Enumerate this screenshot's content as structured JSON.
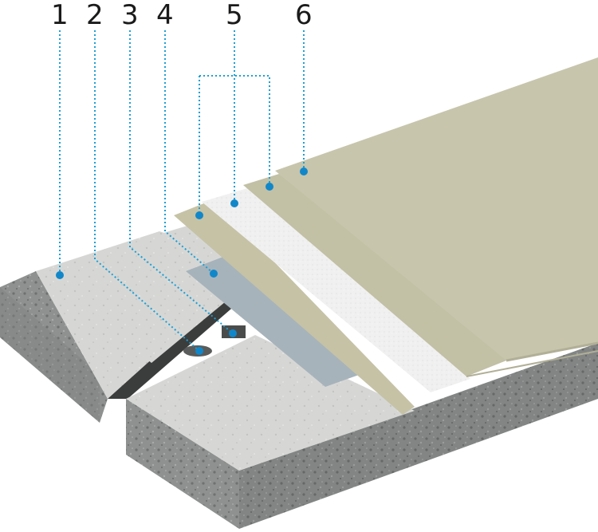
{
  "callouts": [
    {
      "id": "1",
      "label": "1"
    },
    {
      "id": "2",
      "label": "2"
    },
    {
      "id": "3",
      "label": "3"
    },
    {
      "id": "4",
      "label": "4"
    },
    {
      "id": "5",
      "label": "5"
    },
    {
      "id": "6",
      "label": "6"
    }
  ],
  "colors": {
    "leader": "#1a9fd6",
    "dot": "#1187c9",
    "concrete_side": "#8d9090",
    "concrete_top": "#c9cac8",
    "primer_top": "#dddddc",
    "joint_tape": "#a7b3bb",
    "membrane": "#c5c2a6",
    "fleece": "#f1f1f1",
    "top_coat": "#c7c5ac"
  }
}
